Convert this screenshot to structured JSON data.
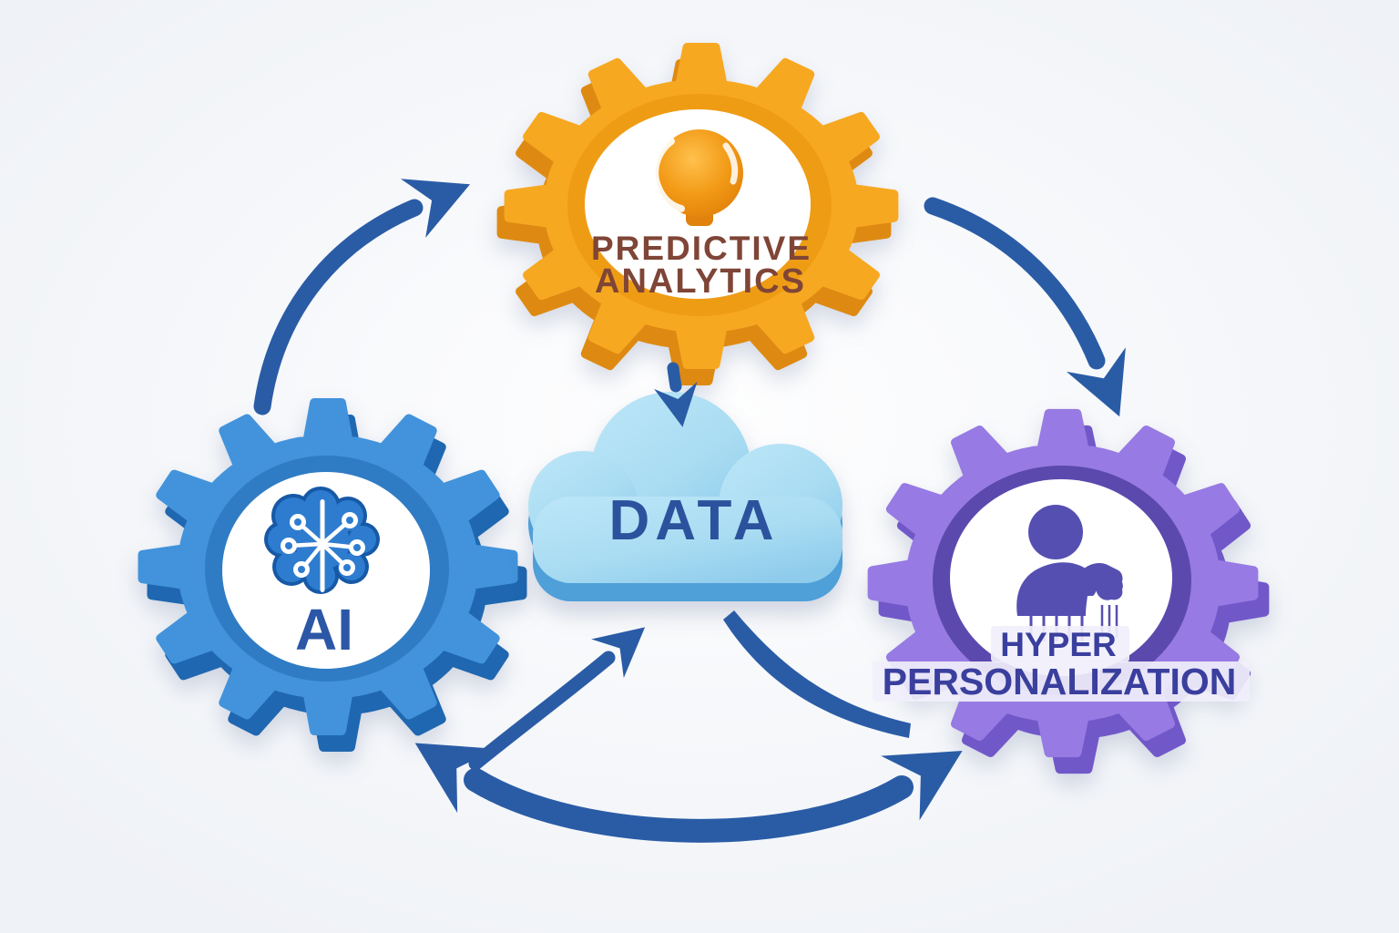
{
  "diagram": {
    "background_color": "#f6f7fb",
    "arrow_color": "#2a5ca6",
    "nodes": {
      "predictive_analytics": {
        "label_line1": "PREDICTIVE",
        "label_line2": "ANALYTICS",
        "label_color": "#7f4536",
        "gear_color": "#f7a821",
        "gear_depth_color": "#de8a12",
        "gear_ring_color": "#ef9c15",
        "icon": "crystal-ball-icon",
        "icon_color": "#f09214"
      },
      "ai": {
        "label": "AI",
        "label_color": "#2b57a6",
        "gear_color": "#4293db",
        "gear_depth_color": "#1f67b0",
        "gear_ring_color": "#2f7cc4",
        "icon": "brain-circuit-icon",
        "icon_color": "#2e7ccf",
        "icon_outline_color": "#1659a6"
      },
      "hyper_personalization": {
        "label_line1": "HYPER",
        "label_line2": "PERSONALIZATION",
        "label_color": "#3a3f9e",
        "gear_color": "#977ae3",
        "gear_depth_color": "#7158c9",
        "gear_ring_color": "#5c49ae",
        "icon": "person-icon",
        "icon_color": "#564fb2",
        "label_band_color": "#f1effb"
      },
      "data": {
        "label": "DATA",
        "label_color": "#2b539d",
        "cloud_color": "#a9dcf2",
        "cloud_depth_color": "#4f9fd8"
      }
    },
    "arrows": [
      {
        "name": "ai-to-predictive-analytics",
        "style": "curved"
      },
      {
        "name": "predictive-analytics-to-hyper-personalization",
        "style": "curved"
      },
      {
        "name": "predictive-analytics-to-data",
        "style": "short-down"
      },
      {
        "name": "ai-to-data",
        "style": "curved-up"
      },
      {
        "name": "data-to-hyper-personalization",
        "style": "tapered-swoosh"
      },
      {
        "name": "ai-hyper-personalization-bidirectional",
        "style": "double-headed"
      }
    ]
  }
}
